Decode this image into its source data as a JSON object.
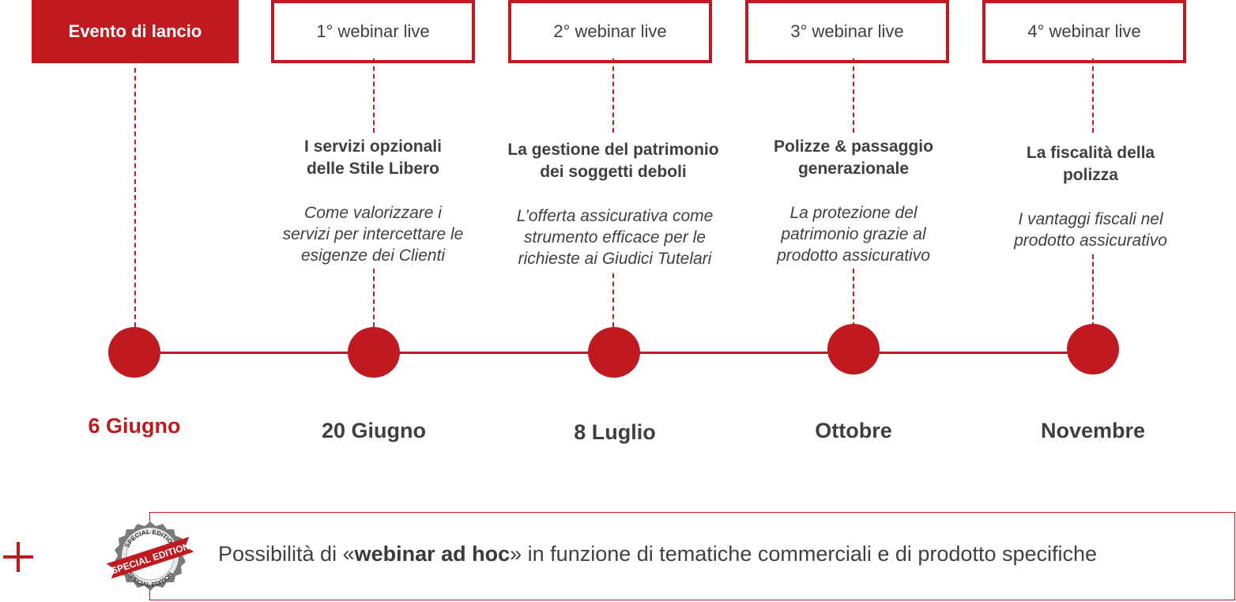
{
  "events": [
    {
      "label": "Evento di lancio",
      "date": "6 Giugno",
      "title": "",
      "subtitle": ""
    },
    {
      "label": "1° webinar live",
      "date": "20 Giugno",
      "title": "I servizi opzionali delle Stile Libero",
      "subtitle": "Come valorizzare i servizi per intercettare le esigenze dei Clienti"
    },
    {
      "label": "2° webinar live",
      "date": "8 Luglio",
      "title": "La gestione del patrimonio dei soggetti deboli",
      "subtitle": "L’offerta assicurativa come strumento efficace per le richieste ai Giudici Tutelari"
    },
    {
      "label": "3° webinar live",
      "date": "Ottobre",
      "title": "Polizze & passaggio generazionale",
      "subtitle": "La protezione del patrimonio grazie al prodotto assicurativo"
    },
    {
      "label": "4° webinar live",
      "date": "Novembre",
      "title": "La fiscalità della polizza",
      "subtitle": "I vantaggi fiscali nel prodotto assicurativo"
    }
  ],
  "note": {
    "prefix": "Possibilità di «",
    "bold": "webinar ad hoc",
    "suffix": "» in funzione di tematiche commerciali e di prodotto specifiche"
  },
  "badge": {
    "text": "SPECIAL EDITION"
  },
  "colors": {
    "accent": "#c0191f",
    "text": "#3f3f3f"
  }
}
